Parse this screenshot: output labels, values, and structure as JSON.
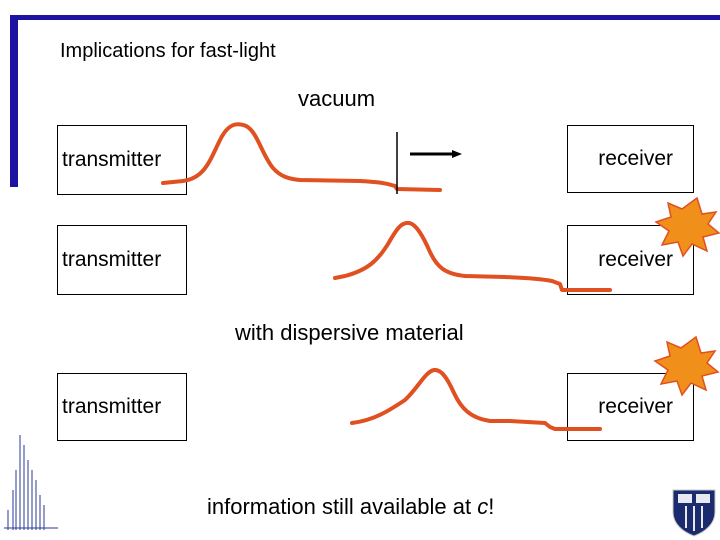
{
  "slide": {
    "title": "Implications for fast-light",
    "vacuum_label": "vacuum",
    "dispersive_label": "with dispersive material",
    "info_prefix": "information still available at ",
    "info_var": "c",
    "info_suffix": "!"
  },
  "rows": [
    {
      "transmitter": "transmitter",
      "receiver": "receiver"
    },
    {
      "transmitter": "transmitter",
      "receiver": "receiver"
    },
    {
      "transmitter": "transmitter",
      "receiver": "receiver"
    }
  ],
  "colors": {
    "accent_bar": "#1c14a0",
    "pulse": "#e05020",
    "burst": "#f0901a"
  },
  "icons": {
    "burst": "explosion-burst-icon",
    "shield": "university-shield-logo",
    "decor": "waveform-decoration"
  }
}
